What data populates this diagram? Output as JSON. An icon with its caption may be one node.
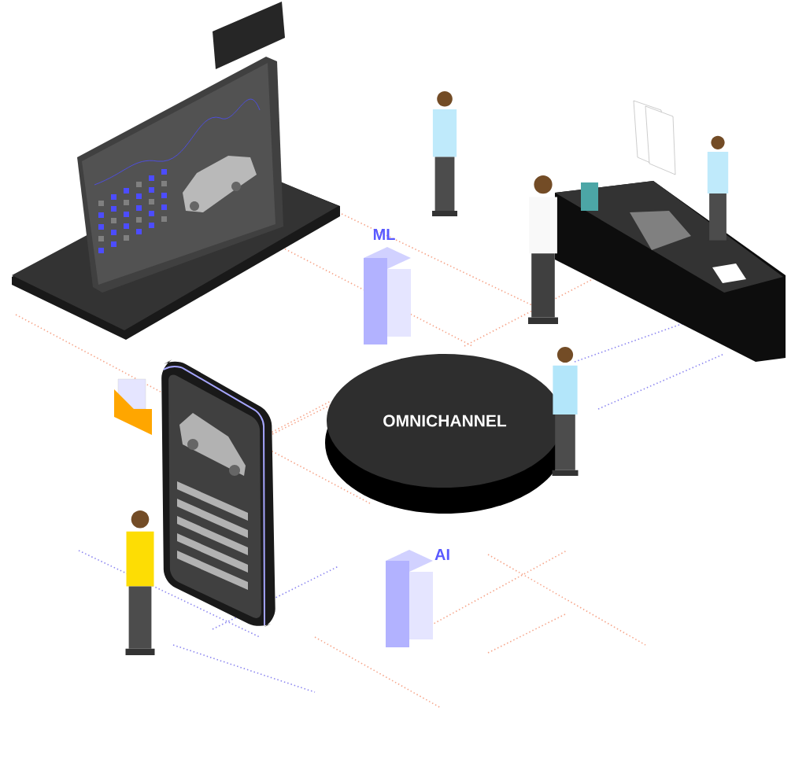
{
  "diagram": {
    "nodes": [
      {
        "text": [
          "OMNICHANNEL"
        ]
      }
    ],
    "labels": [
      "ML",
      "AI"
    ]
  }
}
